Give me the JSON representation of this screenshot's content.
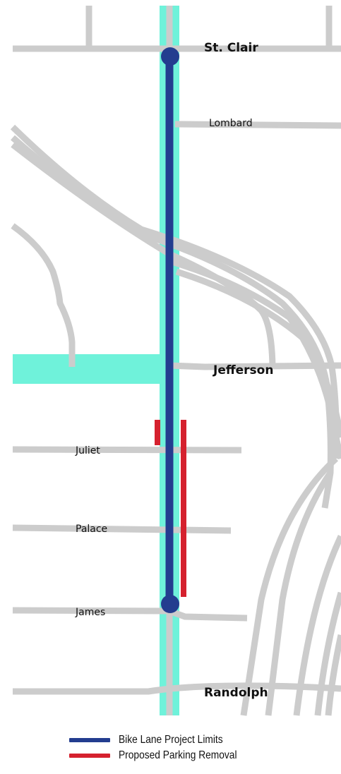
{
  "colors": {
    "road": "#cccccc",
    "bike_facility": "#6ff2da",
    "project_limits": "#233d8f",
    "parking_removal": "#d5212e",
    "background": "#ffffff"
  },
  "streets": {
    "st_clair": "St. Clair",
    "lombard": "Lombard",
    "jefferson": "Jefferson",
    "juliet": "Juliet",
    "palace": "Palace",
    "james": "James",
    "randolph": "Randolph"
  },
  "legend": {
    "items": [
      {
        "label": "Bike Lane Project Limits",
        "color": "#233d8f"
      },
      {
        "label": "Proposed Parking Removal",
        "color": "#d5212e"
      }
    ]
  }
}
